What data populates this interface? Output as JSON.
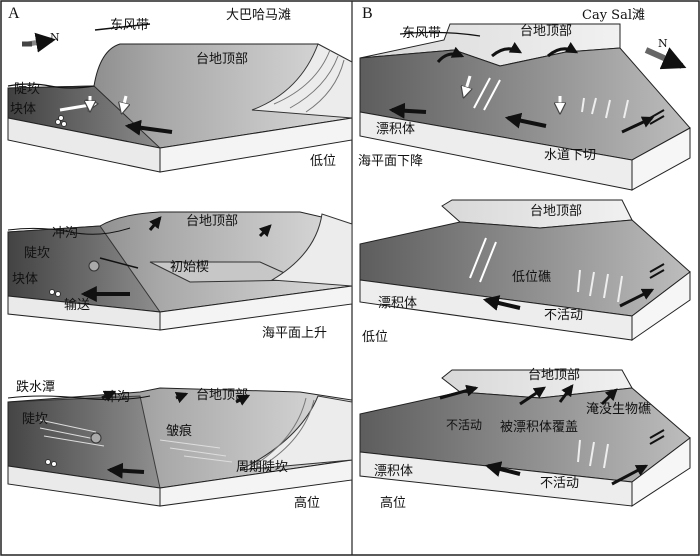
{
  "panel_a": {
    "letter": "A",
    "title": "大巴哈马滩",
    "compass": "N",
    "rows": [
      {
        "labels": [
          "东风带",
          "台地顶部",
          "陡坎",
          "块体"
        ],
        "stage": "低位"
      },
      {
        "labels": [
          "冲沟",
          "台地顶部",
          "陡坎",
          "初始楔",
          "块体",
          "输送"
        ],
        "stage": "海平面上升"
      },
      {
        "labels": [
          "跌水潭",
          "冲沟",
          "台地顶部",
          "陡坎",
          "皱痕",
          "周期陡坎"
        ],
        "stage": "高位"
      }
    ]
  },
  "panel_b": {
    "letter": "B",
    "title": "Cay Sal滩",
    "compass": "N",
    "rows": [
      {
        "labels": [
          "东风带",
          "台地顶部",
          "漂积体",
          "水道下切"
        ],
        "stage": "海平面下降"
      },
      {
        "labels": [
          "台地顶部",
          "低位礁",
          "漂积体",
          "不活动"
        ],
        "stage": "低位"
      },
      {
        "labels": [
          "台地顶部",
          "不活动",
          "被漂积体覆盖",
          "淹没生物礁",
          "漂积体",
          "不活动"
        ],
        "stage": "高位"
      }
    ]
  }
}
